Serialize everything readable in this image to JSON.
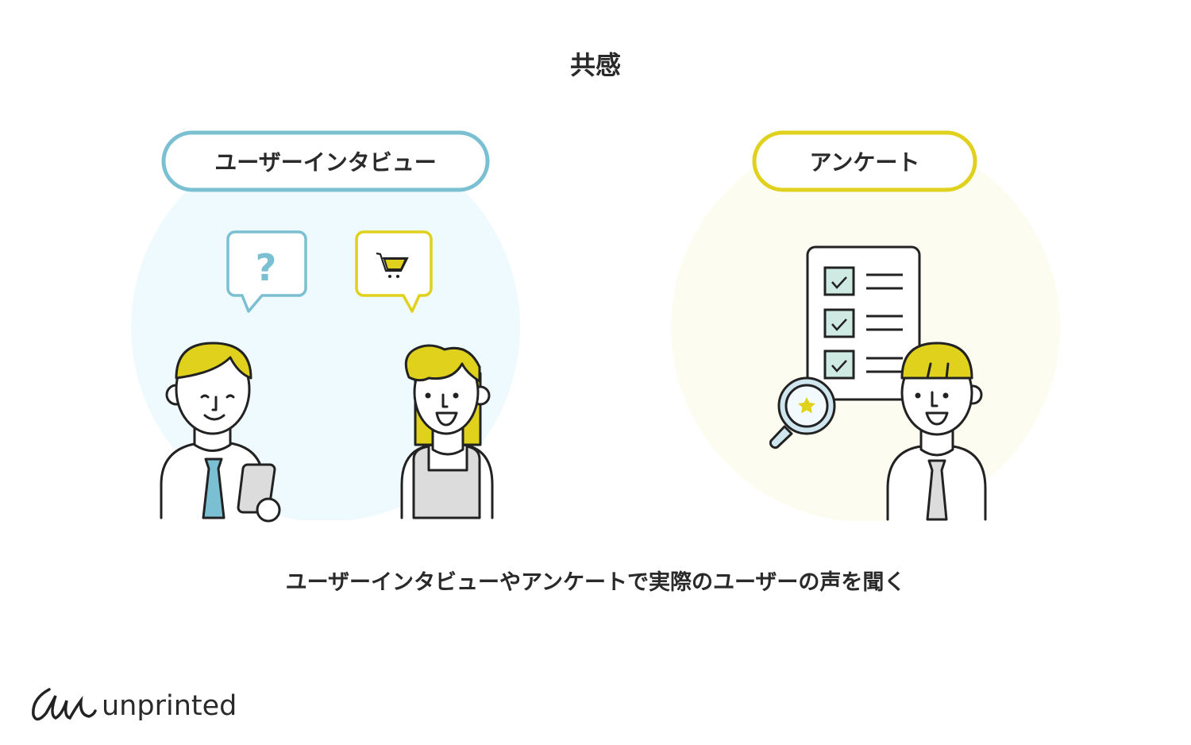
{
  "title": "共感",
  "left_section": {
    "label": "ユーザーインタビュー",
    "bubble_1_icon": "question-mark-icon",
    "bubble_2_icon": "shopping-cart-icon",
    "bubble_1_text": "?"
  },
  "right_section": {
    "label": "アンケート",
    "icons": [
      "checklist-icon",
      "magnifier-star-icon"
    ]
  },
  "caption": "ユーザーインタビューやアンケートで実際のユーザーの声を聞く",
  "logo": {
    "text": "unprinted"
  },
  "colors": {
    "blue": "#7bbfd2",
    "yellow": "#dfd11c",
    "ink": "#222222",
    "left_bg": "#eefafd",
    "right_bg": "#fcfcf1",
    "check_fill": "#cfe9e3",
    "gray": "#dcdcdc"
  }
}
